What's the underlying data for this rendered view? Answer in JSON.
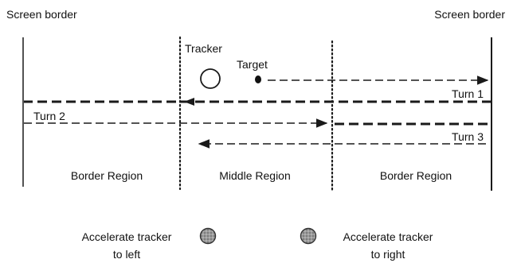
{
  "labels": {
    "screen_border_left": "Screen border",
    "screen_border_right": "Screen border",
    "tracker": "Tracker",
    "target": "Target",
    "turn1": "Turn 1",
    "turn2": "Turn 2",
    "turn3": "Turn 3",
    "border_region_left": "Border Region",
    "middle_region": "Middle Region",
    "border_region_right": "Border Region"
  },
  "legend": {
    "left": {
      "line1": "Accelerate tracker",
      "line2": "to left",
      "icon": "dotted-circle-icon"
    },
    "right": {
      "line1": "Accelerate tracker",
      "line2": "to right",
      "icon": "dotted-circle-icon"
    }
  },
  "colors": {
    "ink": "#111111",
    "legend_fill": "#8c8c8c"
  }
}
